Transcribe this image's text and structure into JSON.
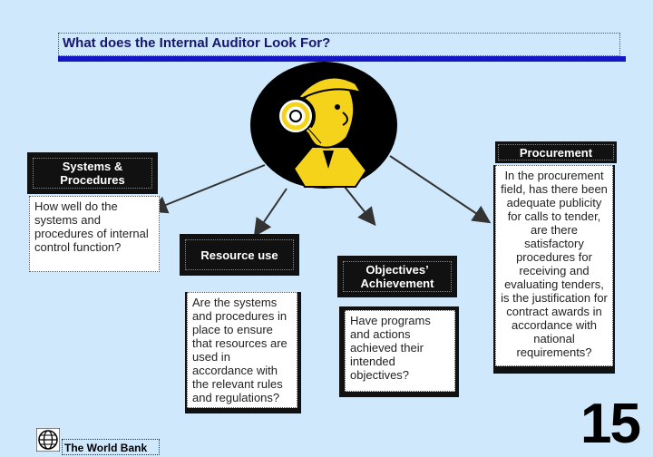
{
  "title": "What does the Internal Auditor Look For?",
  "boxes": {
    "systems": {
      "header": "Systems & Procedures",
      "body": "How well do the systems and procedures of internal control function?"
    },
    "resource": {
      "header": "Resource use",
      "body": "Are the systems and procedures in place to ensure that resources are used in accordance with the relevant rules and regulations?"
    },
    "objectives": {
      "header": "Objectives’ Achievement",
      "body": "Have programs and actions achieved their intended objectives?"
    },
    "procurement": {
      "header": "Procurement",
      "body": "In the procurement field, has there been adequate publicity for calls to tender, are there satisfactory procedures for receiving and evaluating tenders, is the justification for contract awards in accordance with national requirements?"
    }
  },
  "footer": {
    "logo_text": "The World Bank",
    "slide_number": "15"
  },
  "icons": [
    "auditor-magnifier-icon",
    "globe-icon"
  ],
  "colors": {
    "background": "#cfe8fb",
    "title_rule": "#1515c8",
    "auditor_face": "#f5d31a",
    "box_dark": "#111111"
  }
}
